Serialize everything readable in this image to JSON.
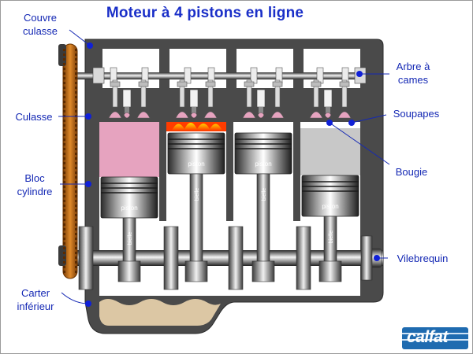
{
  "title": "Moteur à 4 pistons en ligne",
  "labels": {
    "couvre_culasse": "Couvre\nculasse",
    "culasse": "Culasse",
    "bloc_cylindre": "Bloc\ncylindre",
    "carter_inferieur": "Carter\ninférieur",
    "arbre_a_cames": "Arbre à\ncames",
    "soupapes": "Soupapes",
    "bougie": "Bougie",
    "vilebrequin": "Vilebrequin"
  },
  "pistons": [
    {
      "label": "piston",
      "rod_label": "bielle"
    },
    {
      "label": "piston",
      "rod_label": "bielle"
    },
    {
      "label": "piston",
      "rod_label": "bielle"
    },
    {
      "label": "piston",
      "rod_label": "bielle"
    }
  ],
  "logo": "calfat",
  "colors": {
    "title": "#1a2fc8",
    "label": "#1428b4",
    "leader_dot": "#1020d8",
    "engine_body": "#4a4a4a",
    "chamber_pink": "#e6a3bf",
    "chamber_grey": "#c8c8c8",
    "combustion": "#ff6a00",
    "oil": "#dcc7a4",
    "belt": "#c66a12",
    "logo_bg": "#1f6bb0"
  },
  "icons": [
    "spark-plug-icon",
    "valve-icon",
    "camshaft-icon",
    "crankshaft-icon",
    "timing-belt-icon"
  ]
}
